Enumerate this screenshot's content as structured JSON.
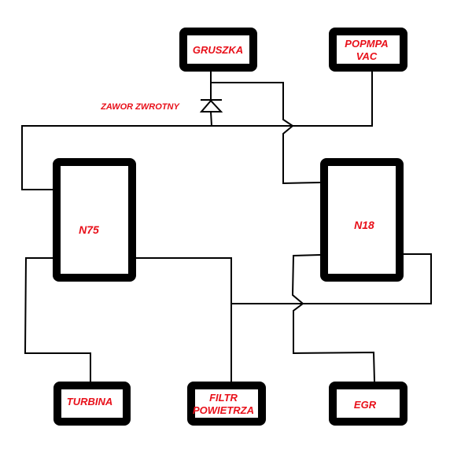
{
  "colors": {
    "label": "#e8101a",
    "line": "#000000"
  },
  "nodes": {
    "gruszka": [
      "GRUSZKA"
    ],
    "pompa": [
      "POPMPA",
      "VAC"
    ],
    "n75": [
      "N75"
    ],
    "n18": [
      "N18"
    ],
    "turbina": [
      "TURBINA"
    ],
    "filtr": [
      "FILTR",
      "POWIETRZA"
    ],
    "egr": [
      "EGR"
    ]
  },
  "valve_label": "ZAWOR ZWROTNY"
}
